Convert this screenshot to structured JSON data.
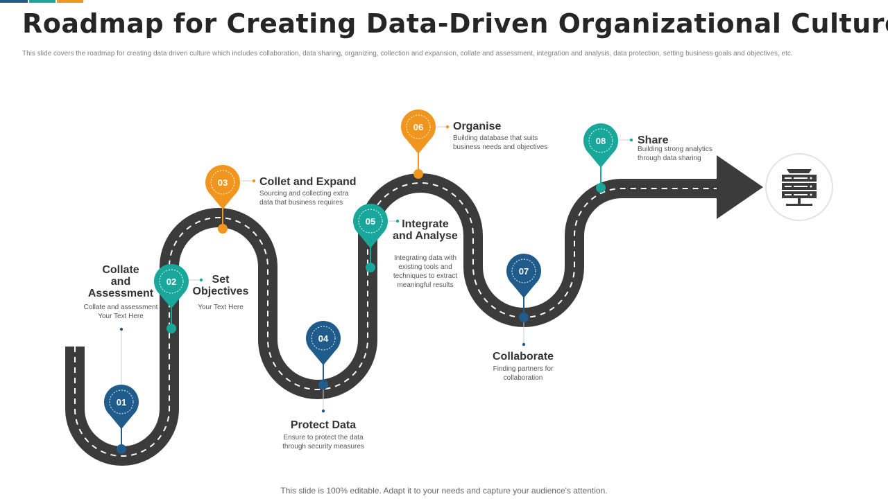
{
  "title": "Roadmap for Creating Data-Driven Organizational Culture",
  "subtitle": "This slide covers the roadmap for creating data driven culture which includes collaboration, data sharing, organizing, collection and expansion, collate and assessment, integration and analysis, data protection, setting business goals and objectives, etc.",
  "footer": "This slide is 100% editable. Adapt it to your needs and capture your audience's attention.",
  "colors": {
    "road": "#3b3b3b",
    "road_dash": "#ffffff",
    "navy": "#1f5b8b",
    "teal": "#19a79b",
    "orange": "#f0961e",
    "accent_strip": [
      "#1f5b8b",
      "#19a79b",
      "#f0961e"
    ]
  },
  "end_icon": "server-rack-icon",
  "steps": [
    {
      "number": "01",
      "color": "navy",
      "heading": [
        "Collate",
        "and",
        "Assessment"
      ],
      "description": [
        "Collate and assessment",
        "Your Text Here"
      ]
    },
    {
      "number": "02",
      "color": "teal",
      "heading": [
        "Set",
        "Objectives"
      ],
      "description": [
        "Your Text Here"
      ]
    },
    {
      "number": "03",
      "color": "orange",
      "heading": [
        "Collet and Expand"
      ],
      "description": [
        "Sourcing and collecting extra",
        "data that business requires"
      ]
    },
    {
      "number": "04",
      "color": "navy",
      "heading": [
        "Protect Data"
      ],
      "description": [
        "Ensure to protect the data",
        "through security measures"
      ]
    },
    {
      "number": "05",
      "color": "teal",
      "heading": [
        "Integrate",
        "and Analyse"
      ],
      "description": [
        "Integrating data with",
        "existing tools and",
        "techniques to extract",
        "meaningful results"
      ]
    },
    {
      "number": "06",
      "color": "orange",
      "heading": [
        "Organise"
      ],
      "description": [
        "Building database that suits",
        "business needs and objectives"
      ]
    },
    {
      "number": "07",
      "color": "navy",
      "heading": [
        "Collaborate"
      ],
      "description": [
        "Finding partners for",
        "collaboration"
      ]
    },
    {
      "number": "08",
      "color": "teal",
      "heading": [
        "Share"
      ],
      "description": [
        "Building strong analytics",
        "through data sharing"
      ]
    }
  ]
}
